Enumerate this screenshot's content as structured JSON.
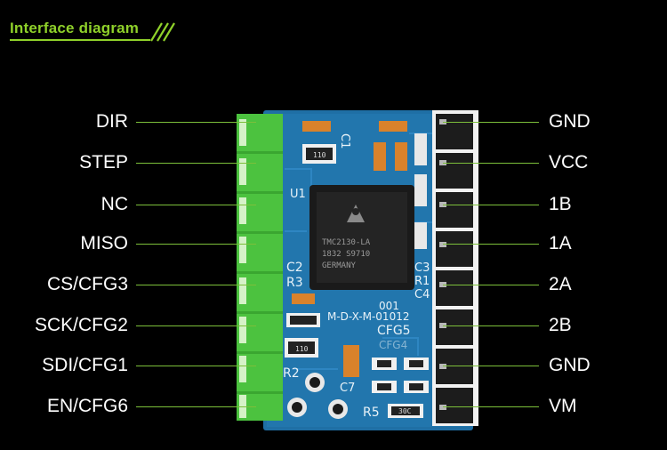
{
  "title": "Interface diagram",
  "colors": {
    "accent": "#8fd12a",
    "lead": "#7cbf3a",
    "pcb": "#1f6fa5",
    "header": "#4cc23f"
  },
  "left_pins": [
    "DIR",
    "STEP",
    "NC",
    "MISO",
    "CS/CFG3",
    "SCK/CFG2",
    "SDI/CFG1",
    "EN/CFG6"
  ],
  "right_pins": [
    "GND",
    "VCC",
    "1B",
    "1A",
    "2A",
    "2B",
    "GND",
    "VM"
  ],
  "board_text": {
    "chip_line1": "TMC2130-LA",
    "chip_line2": "1832 S9710",
    "chip_line3": "GERMANY",
    "u1": "U1",
    "model_line1": "001",
    "model_line2": "M-D-X-M-01012",
    "cfg5": "CFG5",
    "cfg4": "CFG4",
    "r5": "R5",
    "c7": "C7",
    "c1": "C1",
    "c2": "C2",
    "c3": "C3",
    "c4": "C4",
    "r1": "R1",
    "r2": "R2",
    "r3": "R3",
    "res_110": "110",
    "res_30c": "30C"
  }
}
